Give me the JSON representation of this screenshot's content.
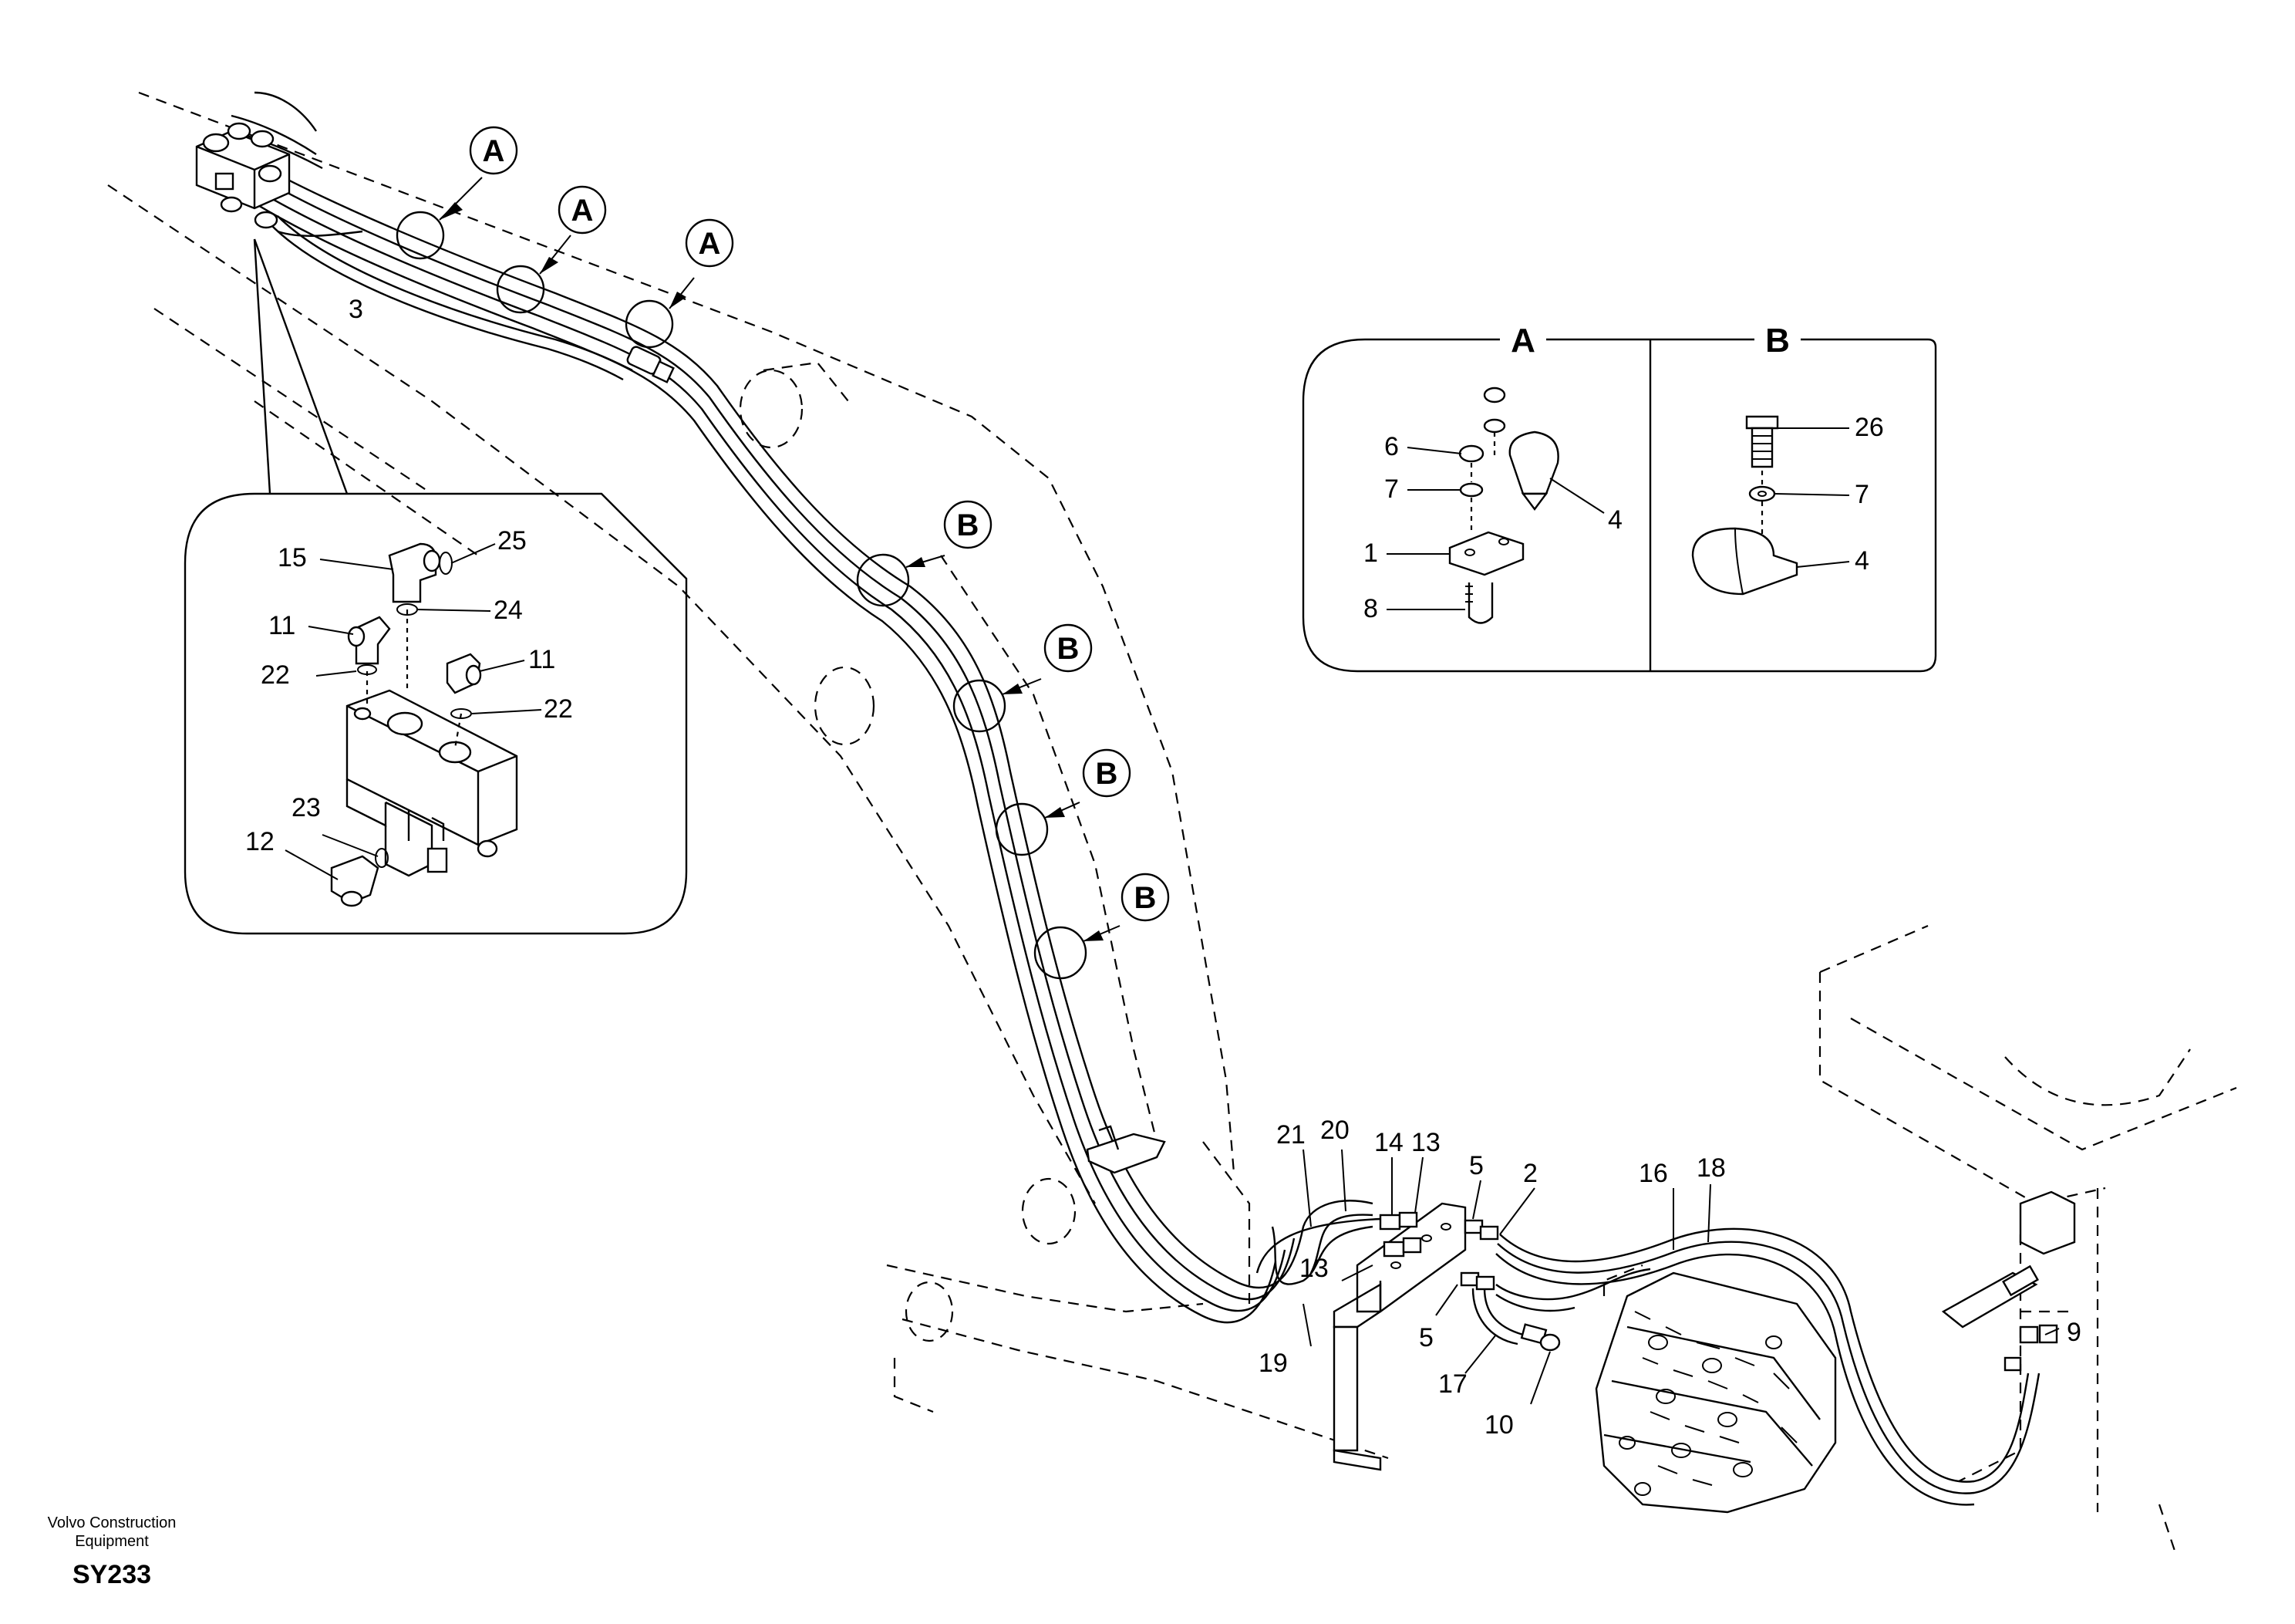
{
  "callouts": [
    {
      "id": "c3",
      "text": "3"
    },
    {
      "id": "c15",
      "text": "15"
    },
    {
      "id": "c25",
      "text": "25"
    },
    {
      "id": "c11a",
      "text": "11"
    },
    {
      "id": "c24",
      "text": "24"
    },
    {
      "id": "c22a",
      "text": "22"
    },
    {
      "id": "c11b",
      "text": "11"
    },
    {
      "id": "c22b",
      "text": "22"
    },
    {
      "id": "c23",
      "text": "23"
    },
    {
      "id": "c12",
      "text": "12"
    },
    {
      "id": "c6",
      "text": "6"
    },
    {
      "id": "c7a",
      "text": "7"
    },
    {
      "id": "c1",
      "text": "1"
    },
    {
      "id": "c8",
      "text": "8"
    },
    {
      "id": "c4a",
      "text": "4"
    },
    {
      "id": "c26",
      "text": "26"
    },
    {
      "id": "c7b",
      "text": "7"
    },
    {
      "id": "c4b",
      "text": "4"
    },
    {
      "id": "c21",
      "text": "21"
    },
    {
      "id": "c20",
      "text": "20"
    },
    {
      "id": "c14",
      "text": "14"
    },
    {
      "id": "c13a",
      "text": "13"
    },
    {
      "id": "c5a",
      "text": "5"
    },
    {
      "id": "c2",
      "text": "2"
    },
    {
      "id": "c16",
      "text": "16"
    },
    {
      "id": "c18",
      "text": "18"
    },
    {
      "id": "c13b",
      "text": "13"
    },
    {
      "id": "c19",
      "text": "19"
    },
    {
      "id": "c5b",
      "text": "5"
    },
    {
      "id": "c17",
      "text": "17"
    },
    {
      "id": "c10",
      "text": "10"
    },
    {
      "id": "c9",
      "text": "9"
    }
  ],
  "detail_markers": {
    "a": "A",
    "b": "B"
  },
  "detail_views": {
    "a_title": "A",
    "b_title": "B"
  },
  "footer": {
    "company_line1": "Volvo Construction",
    "company_line2": "Equipment",
    "doc_code": "SY233"
  }
}
